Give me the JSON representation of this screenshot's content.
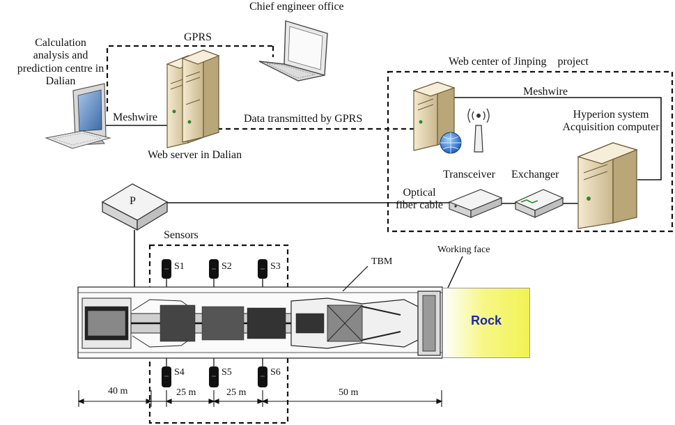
{
  "labels": {
    "calc_centre": [
      "Calculation",
      "analysis and",
      "prediction centre in",
      "Dalian"
    ],
    "chief_office": "Chief engineer office",
    "gprs": "GPRS",
    "meshwire_left": "Meshwire",
    "web_server": "Web server in Dalian",
    "data_gprs": "Data transmitted by GPRS",
    "web_center": "Web center of Jinping    project",
    "meshwire_right": "Meshwire",
    "hyperion": [
      "Hyperion system",
      "Acquisition computer"
    ],
    "transceiver": "Transceiver",
    "exchanger": "Exchanger",
    "optical": [
      "Optical",
      "fiber cable"
    ],
    "p_box": "P",
    "sensors": "Sensors",
    "tbm": "TBM",
    "working_face": "Working face",
    "rock": "Rock",
    "sensor_ids": [
      "S1",
      "S2",
      "S3",
      "S4",
      "S5",
      "S6"
    ],
    "dimensions": [
      "40 m",
      "25 m",
      "25 m",
      "50 m"
    ]
  }
}
